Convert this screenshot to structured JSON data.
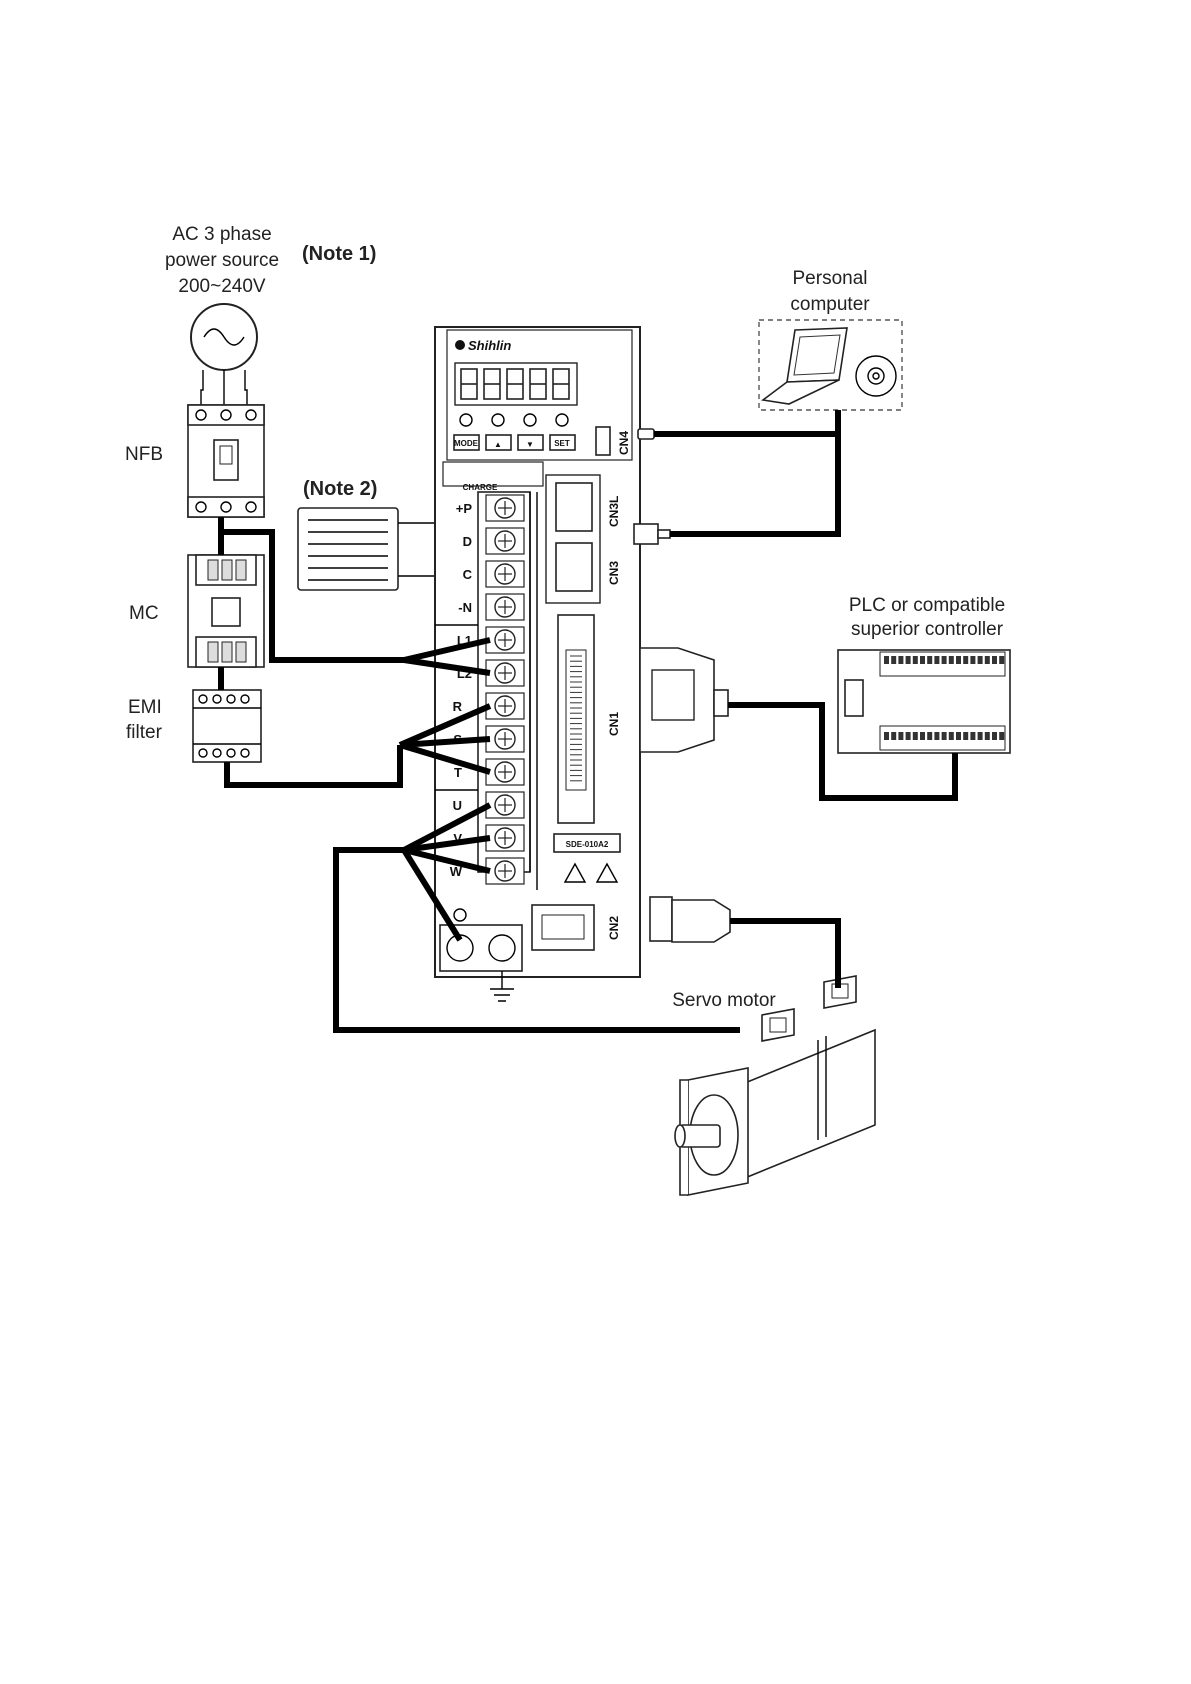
{
  "labels": {
    "power_source_line1": "AC 3 phase",
    "power_source_line2": "power source",
    "power_source_line3": "200~240V",
    "note1": "(Note 1)",
    "note2": "(Note 2)",
    "nfb": "NFB",
    "mc": "MC",
    "emi_line1": "EMI",
    "emi_line2": "filter",
    "pc_line1": "Personal",
    "pc_line2": "computer",
    "plc_line1": "PLC or compatible",
    "plc_line2": "superior controller",
    "servo_motor": "Servo motor"
  },
  "drive": {
    "brand": "Shihlin",
    "model": "SDE-010A2",
    "charge": "CHARGE",
    "buttons": [
      "MODE",
      "▲",
      "▼",
      "SET"
    ],
    "terminals": [
      "+P",
      "D",
      "C",
      "-N",
      "L1",
      "L2",
      "R",
      "S",
      "T",
      "U",
      "V",
      "W"
    ],
    "connectors": [
      "CN4",
      "CN3L",
      "CN3",
      "CN1",
      "CN2"
    ]
  }
}
